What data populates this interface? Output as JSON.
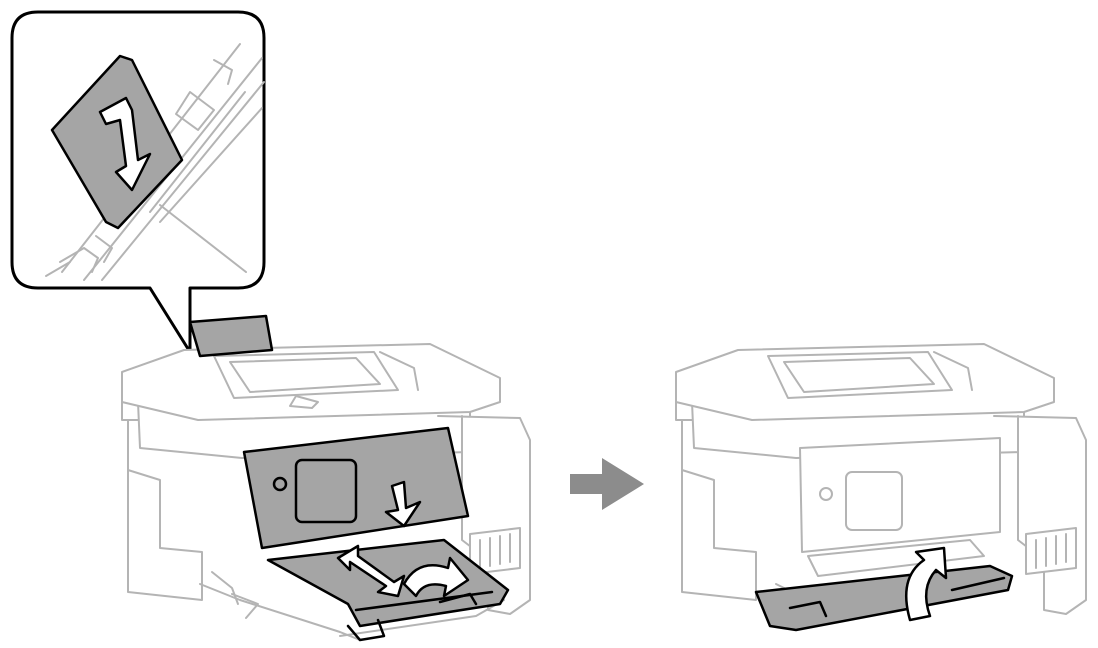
{
  "diagram": {
    "steps": [
      {
        "id": "step-1",
        "actions": [
          "close-output-tray-extension",
          "slide-tray-in",
          "lower-control-panel",
          "push-paper-guide-down"
        ]
      },
      {
        "id": "step-2",
        "actions": [
          "close-output-tray"
        ]
      }
    ],
    "icons": {
      "transition": "right-arrow-icon",
      "down": "down-arrow-icon",
      "push": "push-arrow-icon",
      "curve": "curved-arrow-icon"
    },
    "colors": {
      "outline": "#b4b4b4",
      "highlight": "#a5a5a5",
      "stroke": "#000000",
      "transition_arrow": "#8c8c8c"
    }
  }
}
